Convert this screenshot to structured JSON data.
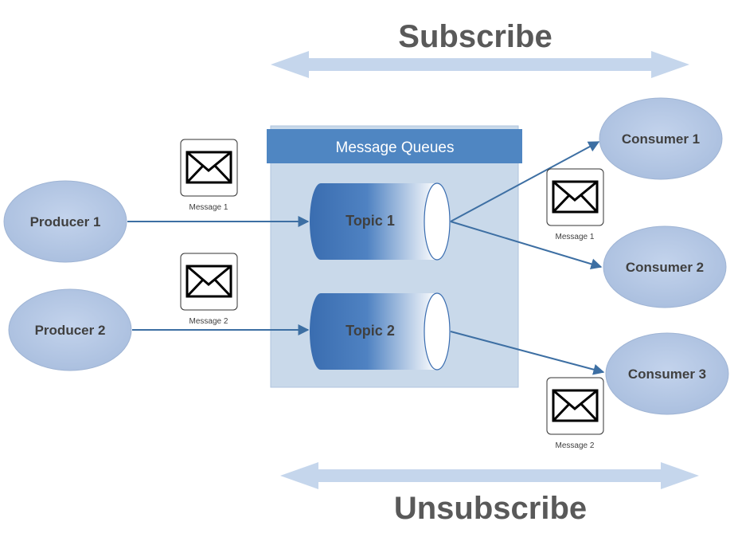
{
  "headings": {
    "subscribe": "Subscribe",
    "unsubscribe": "Unsubscribe"
  },
  "queue": {
    "title": "Message Queues"
  },
  "topics": [
    {
      "label": "Topic 1"
    },
    {
      "label": "Topic 2"
    }
  ],
  "producers": [
    {
      "label": "Producer 1"
    },
    {
      "label": "Producer 2"
    }
  ],
  "consumers": [
    {
      "label": "Consumer 1"
    },
    {
      "label": "Consumer 2"
    },
    {
      "label": "Consumer 3"
    }
  ],
  "messages": [
    {
      "label": "Message 1",
      "icon": "envelope-icon"
    },
    {
      "label": "Message 2",
      "icon": "envelope-icon"
    },
    {
      "label": "Message 1",
      "icon": "envelope-icon"
    },
    {
      "label": "Message 2",
      "icon": "envelope-icon"
    }
  ],
  "colors": {
    "heading_text": "#595959",
    "node_fill": "#b4c7e7",
    "queue_panel": "#c9d9ea",
    "queue_header": "#4f86c2",
    "topic_dark": "#3f72b5",
    "connector": "#3d6fa3",
    "scope_arrow": "#c5d6ec"
  }
}
